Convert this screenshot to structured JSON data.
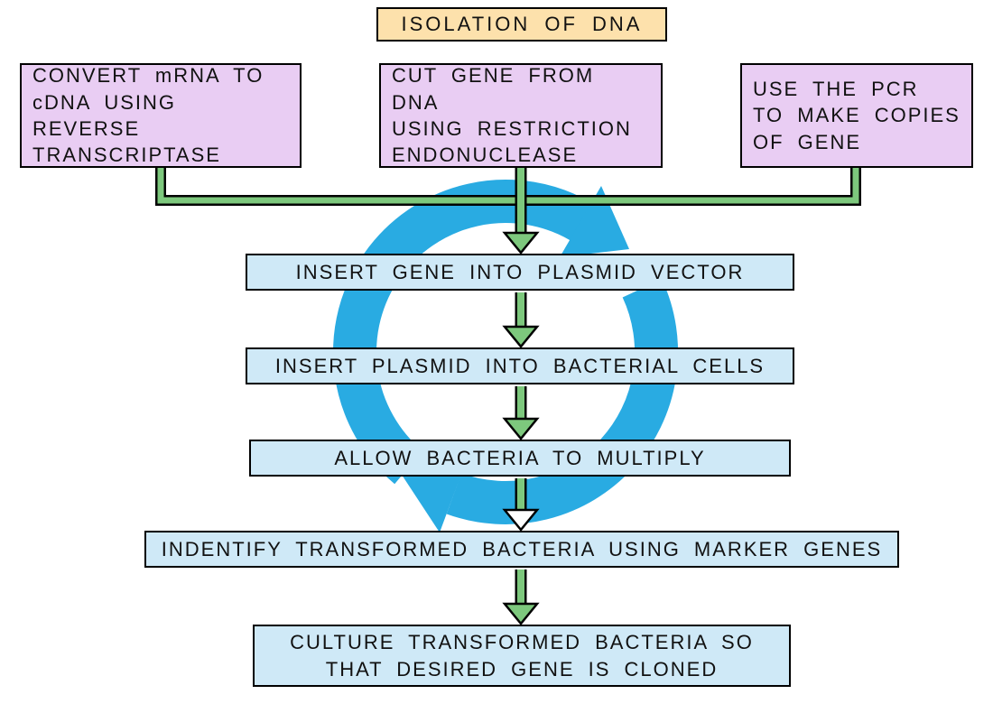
{
  "diagram": {
    "title": "ISOLATION OF DNA",
    "methods": [
      {
        "label": "CONVERT mRNA TO\ncDNA USING REVERSE\nTRANSCRIPTASE"
      },
      {
        "label": "CUT GENE FROM DNA\nUSING RESTRICTION\nENDONUCLEASE"
      },
      {
        "label": "USE THE PCR\nTO MAKE COPIES\nOF GENE"
      }
    ],
    "steps": [
      {
        "label": "INSERT GENE INTO PLASMID VECTOR"
      },
      {
        "label": "INSERT PLASMID INTO BACTERIAL CELLS"
      },
      {
        "label": "ALLOW BACTERIA TO MULTIPLY"
      },
      {
        "label": "INDENTIFY TRANSFORMED BACTERIA USING MARKER GENES"
      },
      {
        "label": "CULTURE TRANSFORMED BACTERIA SO\nTHAT DESIRED GENE IS CLONED"
      }
    ],
    "icons": {
      "down_arrow": "▼",
      "cycle_arrow": "⟳"
    },
    "colors": {
      "title_bg": "#fde1ac",
      "method_bg": "#e9cdf3",
      "step_bg": "#cfe9f7",
      "connector_green": "#7dc87d",
      "cycle_blue": "#29abe2",
      "outline": "#000000"
    }
  }
}
